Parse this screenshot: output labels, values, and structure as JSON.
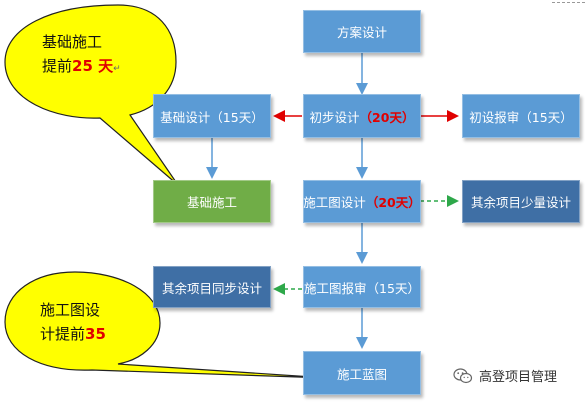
{
  "boxes": {
    "scheme": "方案设计",
    "foundation_design": "基础设计（15天）",
    "prelim_design": "初步设计",
    "prelim_days": "（20天）",
    "prelim_review": "初设报审（15天）",
    "foundation_construction": "基础施工",
    "construction_drawing": "施工图设计",
    "construction_days": "（20天）",
    "remaining_small": "其余项目少量设计",
    "remaining_sync": "其余项目同步设计",
    "drawing_review": "施工图报审（15天）",
    "blueprint": "施工蓝图"
  },
  "callouts": {
    "top_line1": "基础施工",
    "top_line2_pre": "提前",
    "top_line2_hl": "25 天",
    "top_mark": "↵",
    "bottom_line1": "施工图设",
    "bottom_line2_pre": "计提前",
    "bottom_line2_hl": "35"
  },
  "watermark": "高登项目管理",
  "colors": {
    "box_light": "#5b9bd5",
    "box_dark": "#3f6fa5",
    "box_green": "#70ad47",
    "callout_fill": "#ffff00",
    "arrow_red": "#e00000",
    "arrow_green": "#2ea84a",
    "arrow_blue": "#5b9bd5"
  }
}
